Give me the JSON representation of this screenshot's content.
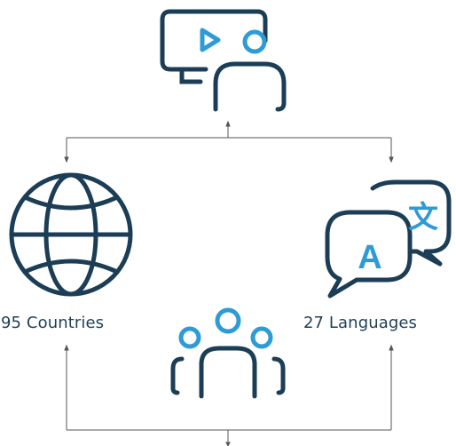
{
  "diagram": {
    "nodes": [
      {
        "id": "presenter",
        "icon": "video-presenter-icon"
      },
      {
        "id": "countries",
        "icon": "globe-icon",
        "label": "95 Countries"
      },
      {
        "id": "languages",
        "icon": "translate-bubbles-icon",
        "label": "27 Languages",
        "glyphs": [
          "A",
          "文"
        ]
      },
      {
        "id": "audience",
        "icon": "group-users-icon"
      }
    ],
    "connectors": [
      {
        "from": "presenter",
        "to": [
          "countries",
          "languages"
        ]
      },
      {
        "from": [
          "countries",
          "languages"
        ],
        "to": "bottom"
      }
    ]
  },
  "colors": {
    "dark_navy": "#1b3d56",
    "accent_blue": "#2e9bd6",
    "connector": "#555555",
    "label": "#1f3f55"
  }
}
